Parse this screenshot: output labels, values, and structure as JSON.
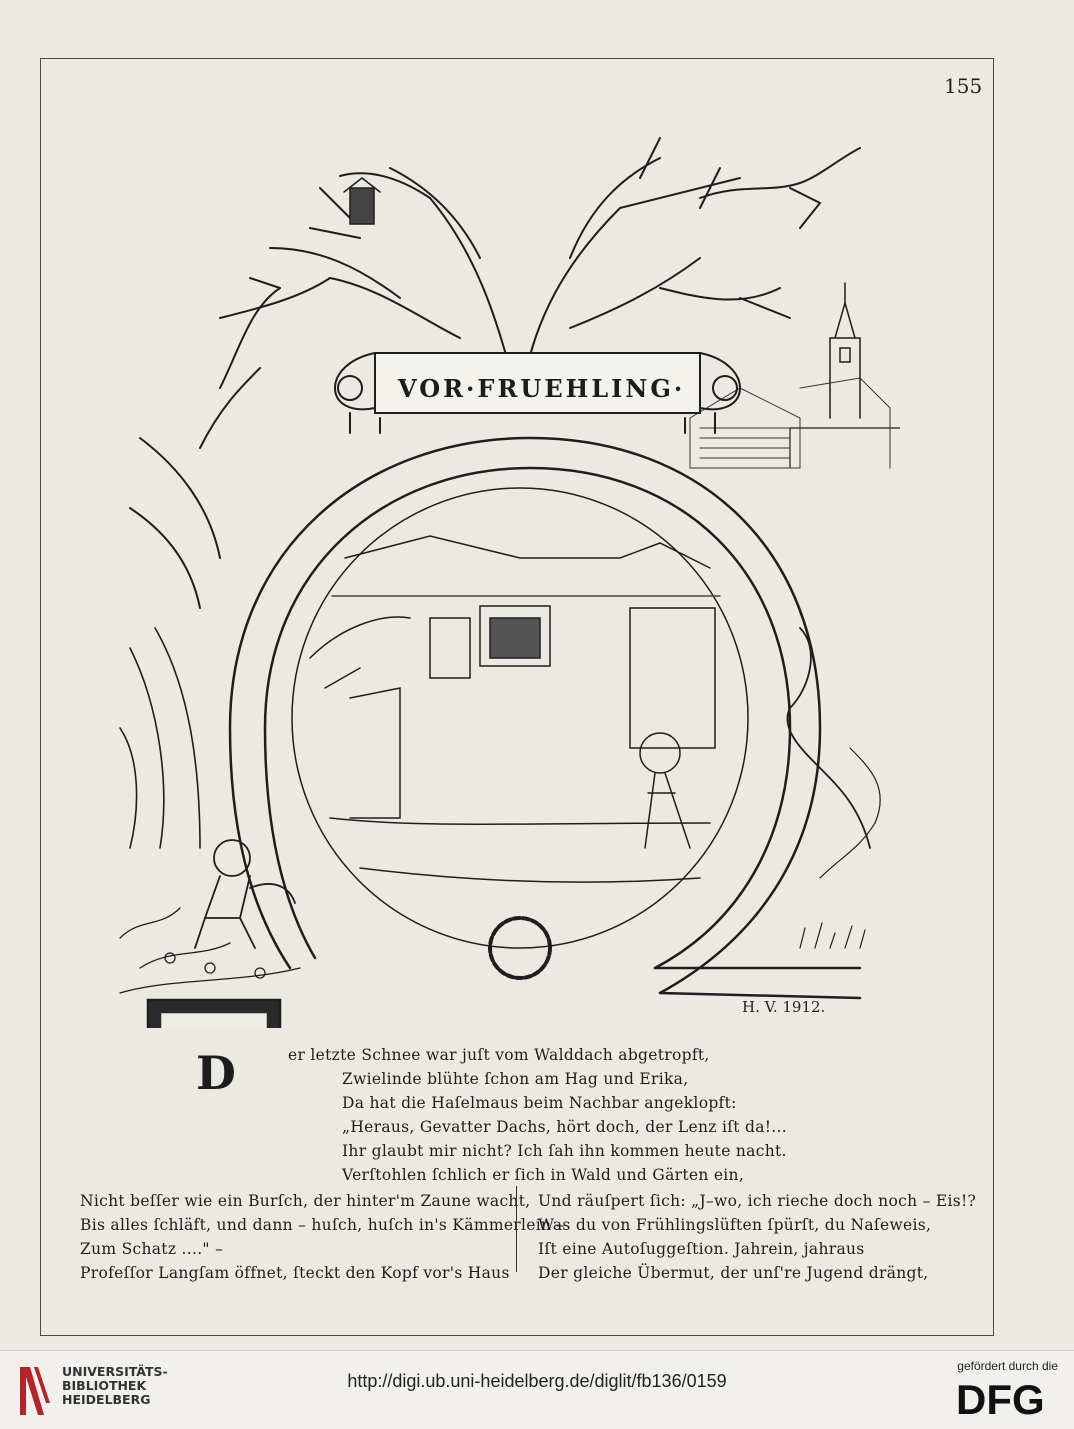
{
  "page": {
    "page_number": "155",
    "title": "VOR·FRUEHLING·",
    "signature": "H. V. 1912."
  },
  "poem": {
    "initial": "D",
    "intro_lines": [
      "er letzte Schnee war juſt vom Walddach abgetropft,",
      "Zwielinde blühte ſchon am Hag und Erika,",
      "Da hat die Haſelmaus beim Nachbar angeklopft:",
      "„Heraus, Gevatter Dachs, hört doch, der Lenz iſt da!...",
      "Ihr glaubt mir nicht?  Ich ſah ihn kommen heute nacht.",
      "Verſtohlen ſchlich er ſich in Wald und Gärten ein,"
    ],
    "left_column": [
      "Nicht beſſer wie ein Burſch, der hinter'm Zaune wacht,",
      "Bis alles ſchläft, und dann – huſch, huſch in's Kämmerlein –",
      "Zum Schatz ....\" –",
      "Profeſſor Langſam öffnet, ſteckt den Kopf vor's Haus"
    ],
    "right_column": [
      "Und räuſpert ſich: „J–wo, ich rieche doch noch – Eis!?",
      "Was du von Frühlingslüften ſpürſt, du Naſeweis,",
      "Iſt eine Autoſuggeſtion.  Jahrein, jahraus",
      "Der gleiche Übermut, der unſ're Jugend drängt,"
    ]
  },
  "footer": {
    "institution_line1": "UNIVERSITÄTS-",
    "institution_line2": "BIBLIOTHEK",
    "institution_line3": "HEIDELBERG",
    "url": "http://digi.ub.uni-heidelberg.de/diglit/fb136/0159",
    "funded_by": "gefördert durch die",
    "funder_logo_text": "DFG"
  }
}
